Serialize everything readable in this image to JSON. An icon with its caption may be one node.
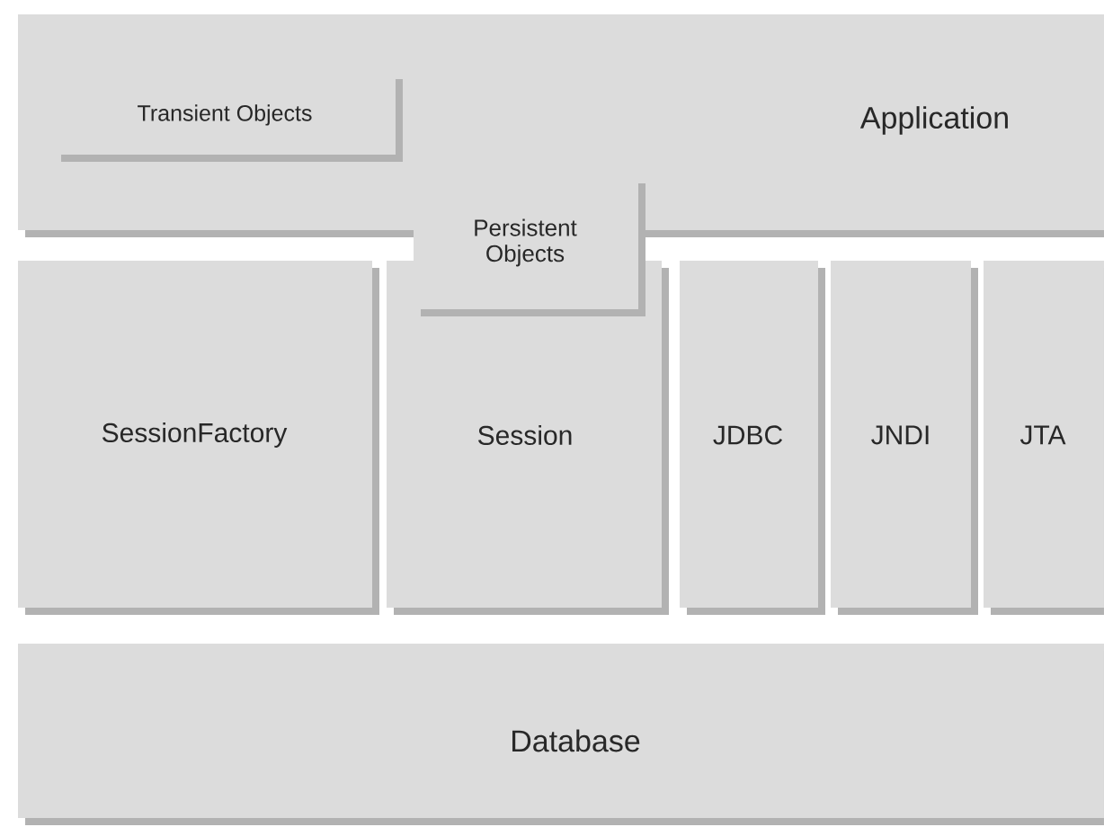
{
  "diagram": {
    "nodes": [
      {
        "text": [
          "Application"
        ]
      },
      {
        "text": [
          "Transient Objects"
        ],
        "in": 0
      },
      {
        "text": [
          "Persistent Objects"
        ]
      },
      {
        "text": [
          "SessionFactory"
        ]
      },
      {
        "text": [
          "Session"
        ]
      },
      {
        "text": [
          "JDBC"
        ]
      },
      {
        "text": [
          "JNDI"
        ]
      },
      {
        "text": [
          "JTA"
        ]
      },
      {
        "text": [
          "Database"
        ]
      }
    ]
  }
}
